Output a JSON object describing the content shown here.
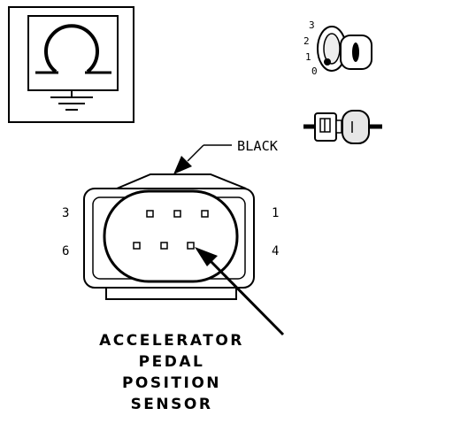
{
  "wire_color": "BLACK",
  "pin_labels": [
    "3",
    "1",
    "6",
    "4"
  ],
  "key_positions": [
    "3",
    "2",
    "1",
    "0"
  ],
  "component_name": [
    "ACCELERATOR",
    "PEDAL",
    "POSITION",
    "SENSOR"
  ],
  "icons": [
    "ohmmeter-symbol-icon",
    "ignition-key-icon",
    "disconnect-connector-icon",
    "connector-face-icon",
    "pointer-arrow-icon"
  ],
  "colors": {
    "ink": "#000000",
    "background": "#ffffff",
    "connector_shade": "#d9d9d9"
  }
}
